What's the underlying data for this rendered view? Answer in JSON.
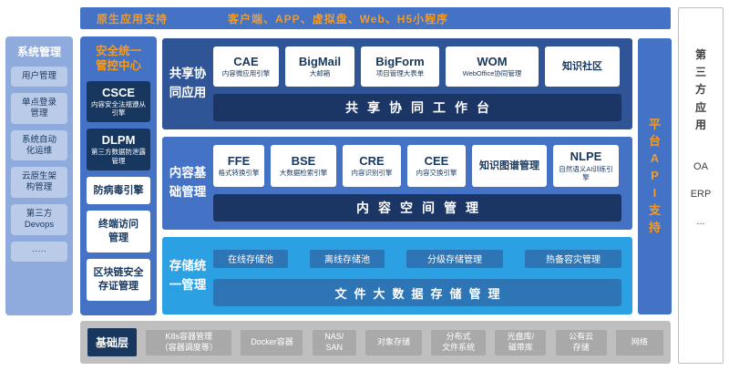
{
  "colors": {
    "blue": "#4472C4",
    "dark_navy": "#17375E",
    "share_band_bg": "#2F5597",
    "storage_band_bg": "#2BA1E3",
    "storage_box": "#2E75B6",
    "sidebar_bg": "#8FAADC",
    "sidebar_box": "#BACBE9",
    "gray_bar": "#BFBFBF",
    "gray_box": "#A9A9A9",
    "accent_orange": "#F59A23"
  },
  "top_bar": {
    "left_label": "原生应用支持",
    "right_label": "客户端、APP、虚拟盘、Web、H5小程序"
  },
  "sidebar": {
    "title": "系统管理",
    "items": [
      {
        "label": "用户管理"
      },
      {
        "label": "单点登录\n管理"
      },
      {
        "label": "系统自动\n化运维"
      },
      {
        "label": "云原生架\n构管理"
      },
      {
        "label": "第三方\nDevops"
      },
      {
        "label": "·····"
      }
    ]
  },
  "security": {
    "title": "安全统一\n管控中心",
    "items": [
      {
        "title": "CSCE",
        "subtitle": "内容安全法规遵从\n引擎"
      },
      {
        "title": "DLPM",
        "subtitle": "第三方数据防泄露\n管理"
      },
      {
        "title": "防病毒引擎"
      },
      {
        "title": "终端访问\n管理"
      },
      {
        "title": "区块链安全\n存证管理"
      }
    ]
  },
  "share_band": {
    "label": "共享协\n同应用",
    "boxes": [
      {
        "title": "CAE",
        "subtitle": "内容微应用引擎"
      },
      {
        "title": "BigMail",
        "subtitle": "大邮箱"
      },
      {
        "title": "BigForm",
        "subtitle": "项目管理大表单"
      },
      {
        "title": "WOM",
        "subtitle": "WebOffice协同管理"
      },
      {
        "title": "知识社区"
      }
    ],
    "bar": "共享协同工作台"
  },
  "content_band": {
    "label": "内容基\n础管理",
    "boxes": [
      {
        "title": "FFE",
        "subtitle": "格式转换引擎"
      },
      {
        "title": "BSE",
        "subtitle": "大数据检索引擎"
      },
      {
        "title": "CRE",
        "subtitle": "内容识别引擎"
      },
      {
        "title": "CEE",
        "subtitle": "内容交换引擎"
      },
      {
        "title": "知识图谱管理"
      },
      {
        "title": "NLPE",
        "subtitle": "自然语义AI训练引擎"
      }
    ],
    "bar": "内容空间管理"
  },
  "storage_band": {
    "label": "存储统\n一管理",
    "boxes": [
      {
        "title": "在线存储池"
      },
      {
        "title": "离线存储池"
      },
      {
        "title": "分级存储管理"
      },
      {
        "title": "热备容灾管理"
      }
    ],
    "bar": "文件大数据存储管理"
  },
  "api_bar": {
    "label": "平\n台\nA\nP\nI\n支\n持"
  },
  "third_party": {
    "title": "第\n三\n方\n应\n用",
    "items": [
      "OA",
      "ERP",
      "..."
    ]
  },
  "base_layer": {
    "label": "基础层",
    "items": [
      "K8s容器管理\n（容器调度等）",
      "Docker容器",
      "NAS/\nSAN",
      "对象存储",
      "分布式\n文件系统",
      "光盘库/\n磁带库",
      "公有云\n存储",
      "网络"
    ]
  }
}
